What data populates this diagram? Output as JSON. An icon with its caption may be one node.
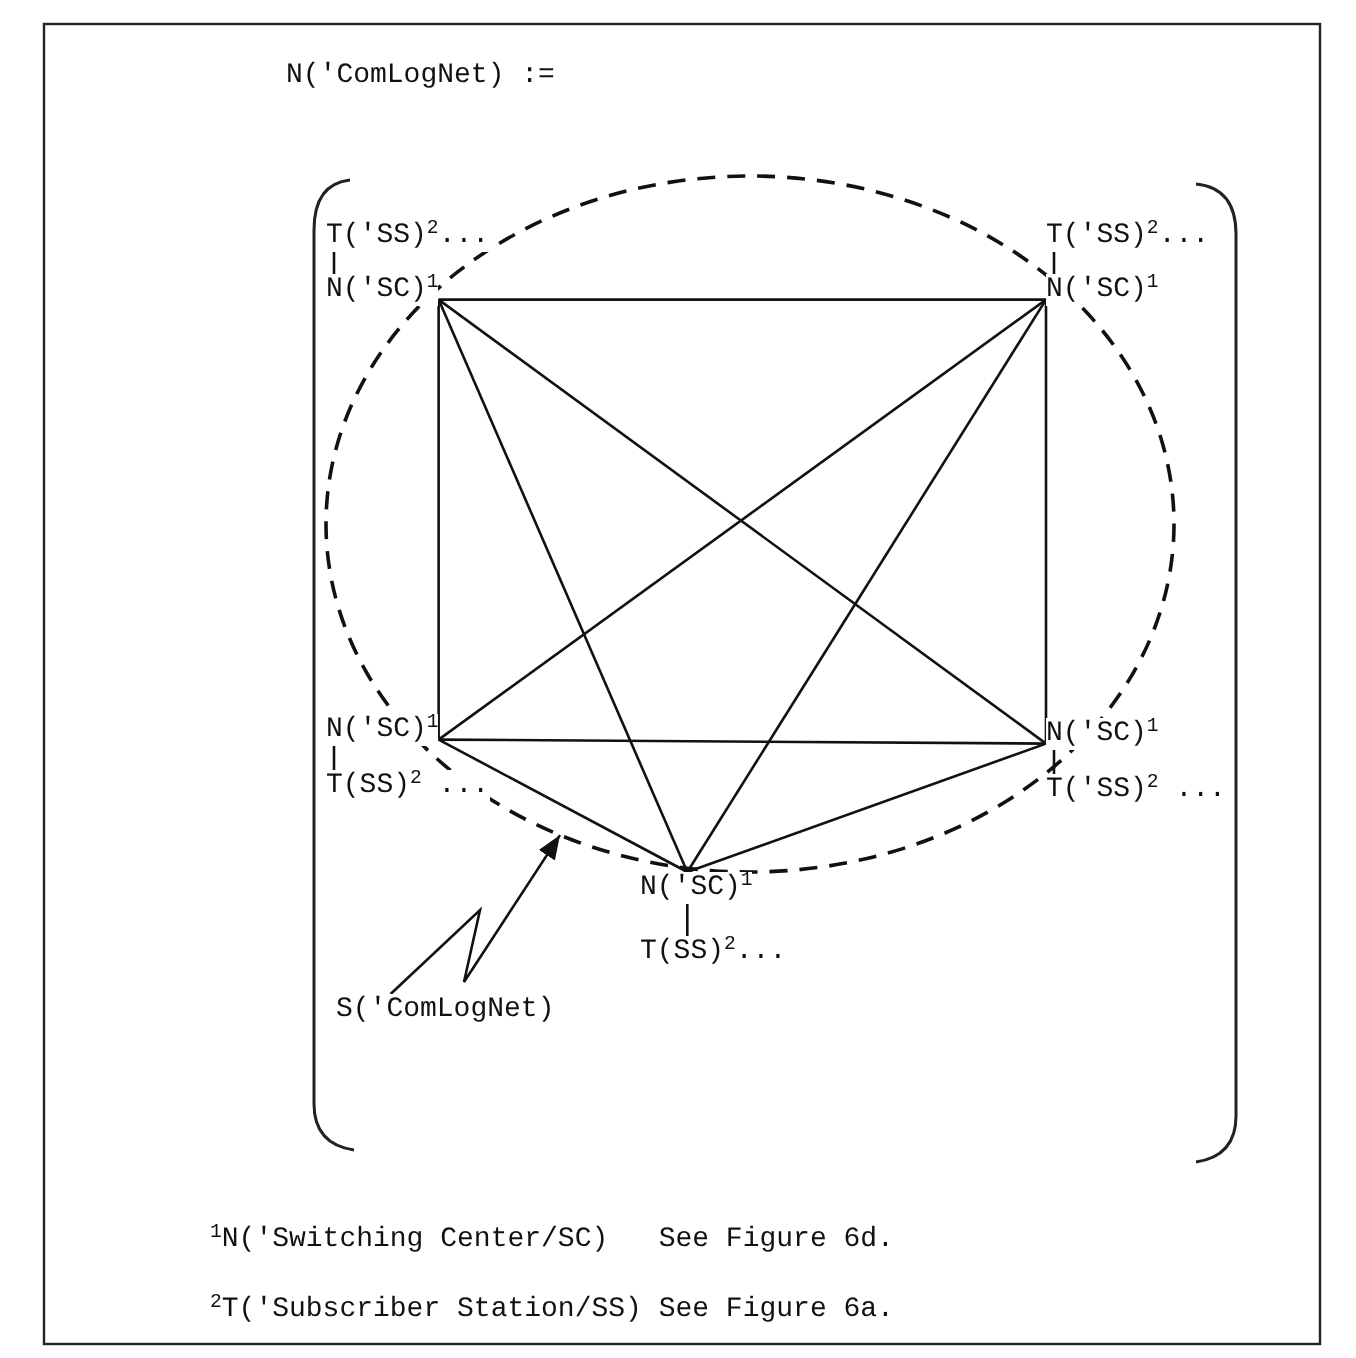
{
  "diagram": {
    "title": "N('ComLogNet) :=",
    "nodes": [
      {
        "text": [
          "T('SS)$^{2}$..."
        ]
      },
      {
        "text": [
          "N('SC)$^{1}$"
        ]
      },
      {
        "text": [
          "T('SS)$^{2}$..."
        ]
      },
      {
        "text": [
          "N('SC)$^{1}$"
        ]
      },
      {
        "text": [
          "N('SC)$^{1}$"
        ]
      },
      {
        "text": [
          "T(SS)$^{2}$ ..."
        ]
      },
      {
        "text": [
          "N('SC)$^{1}$"
        ]
      },
      {
        "text": [
          "T('SS)$^{2}$ ..."
        ]
      },
      {
        "text": [
          "N('SC)$^{1}$"
        ]
      },
      {
        "text": [
          "T(SS)$^{2}$..."
        ]
      },
      {
        "text": [
          "S('ComLogNet)"
        ]
      }
    ],
    "edges": [
      {
        "from": 0,
        "to": 1,
        "arrow": "none"
      },
      {
        "from": 2,
        "to": 3,
        "arrow": "none"
      },
      {
        "from": 4,
        "to": 5,
        "arrow": "none"
      },
      {
        "from": 6,
        "to": 7,
        "arrow": "none"
      },
      {
        "from": 8,
        "to": 9,
        "arrow": "none"
      },
      {
        "from": 1,
        "to": 3,
        "arrow": "none"
      },
      {
        "from": 1,
        "to": 4,
        "arrow": "none"
      },
      {
        "from": 1,
        "to": 6,
        "arrow": "none"
      },
      {
        "from": 1,
        "to": 8,
        "arrow": "none"
      },
      {
        "from": 3,
        "to": 4,
        "arrow": "none"
      },
      {
        "from": 3,
        "to": 6,
        "arrow": "none"
      },
      {
        "from": 3,
        "to": 8,
        "arrow": "none"
      },
      {
        "from": 4,
        "to": 6,
        "arrow": "none"
      },
      {
        "from": 4,
        "to": 8,
        "arrow": "none"
      },
      {
        "from": 6,
        "to": 8,
        "arrow": "none"
      },
      {
        "from": 10,
        "to": null,
        "arrow": "to"
      }
    ],
    "labels": [
      "$^{1}$N('Switching Center/SC)   See Figure 6d.",
      "$^{2}$T('Subscriber Station/SS) See Figure 6a."
    ]
  }
}
